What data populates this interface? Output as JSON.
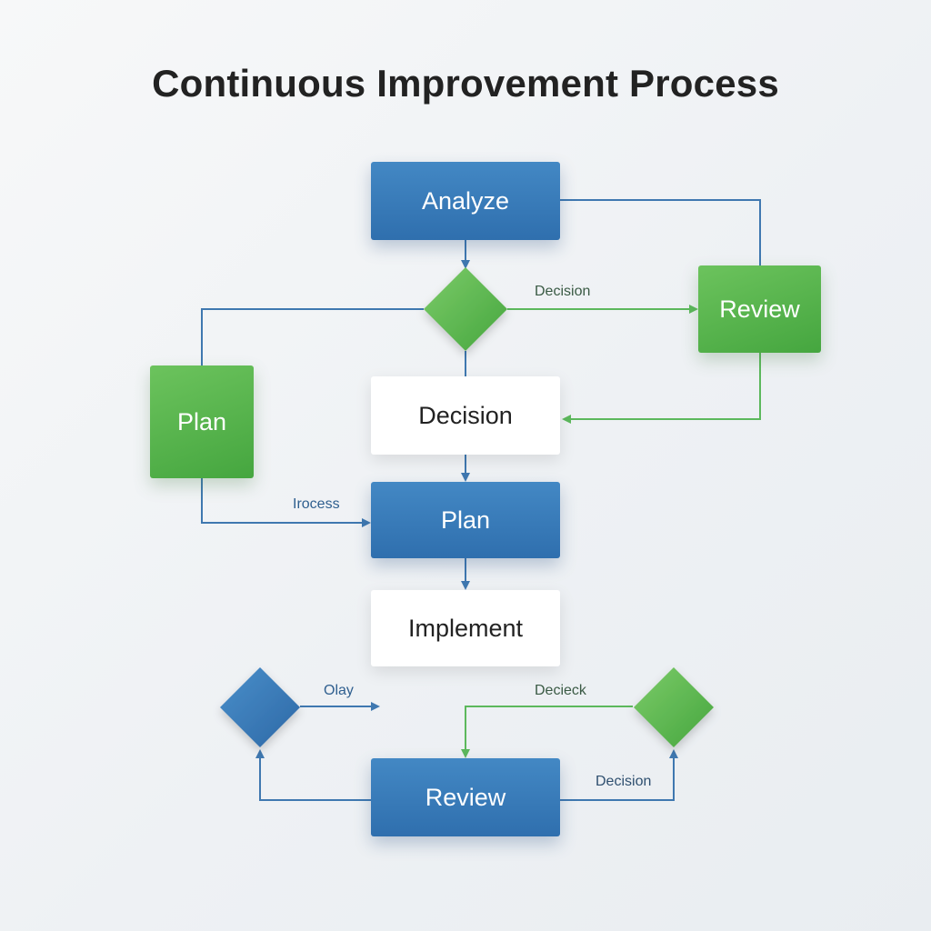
{
  "title": "Continuous Improvement Process",
  "nodes": {
    "analyze": "Analyze",
    "review_right": "Review",
    "plan_left": "Plan",
    "decision_box": "Decision",
    "plan_center": "Plan",
    "implement": "Implement",
    "review_bottom": "Review"
  },
  "edge_labels": {
    "decision_top": "Decision",
    "process": "Irocess",
    "olay": "Olay",
    "deciеck": "Decieck",
    "decision_bottom": "Decision"
  },
  "colors": {
    "blue": "#2f6fae",
    "green": "#4caf45",
    "connector_blue": "#3f78b0",
    "connector_green": "#5cb85c"
  }
}
